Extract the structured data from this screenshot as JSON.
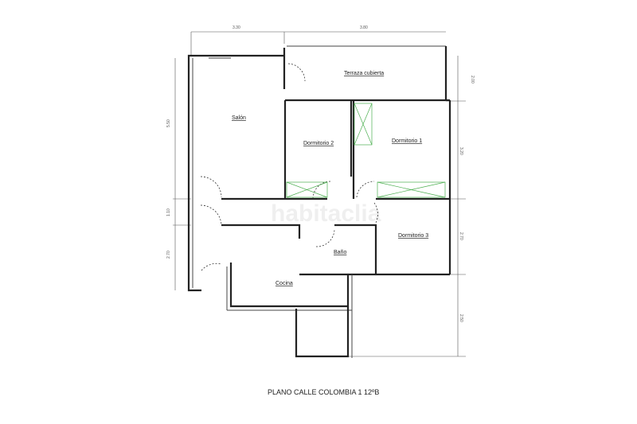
{
  "plan": {
    "title": "PLANO CALLE COLOMBIA 1 12ºB",
    "watermark": "habitaclia",
    "rooms": {
      "terraza": "Terraza cubierta",
      "salon": "Salón",
      "dormitorio2": "Dormitorio 2",
      "dormitorio1": "Dormitorio 1",
      "dormitorio3": "Dormitorio 3",
      "bano": "Baño",
      "cocina": "Cocina"
    },
    "dimensions": {
      "top_left": "3.30",
      "top_right": "3.80",
      "right_terrace": "2.00",
      "right_dorm1": "3.20",
      "right_dorm3": "2.70",
      "right_bottom": "2.50",
      "left_salon": "5.50",
      "left_hall": "1.10",
      "left_cocina": "2.70"
    },
    "colors": {
      "walls": "#222222",
      "wardrobes": "#4caf50"
    }
  }
}
